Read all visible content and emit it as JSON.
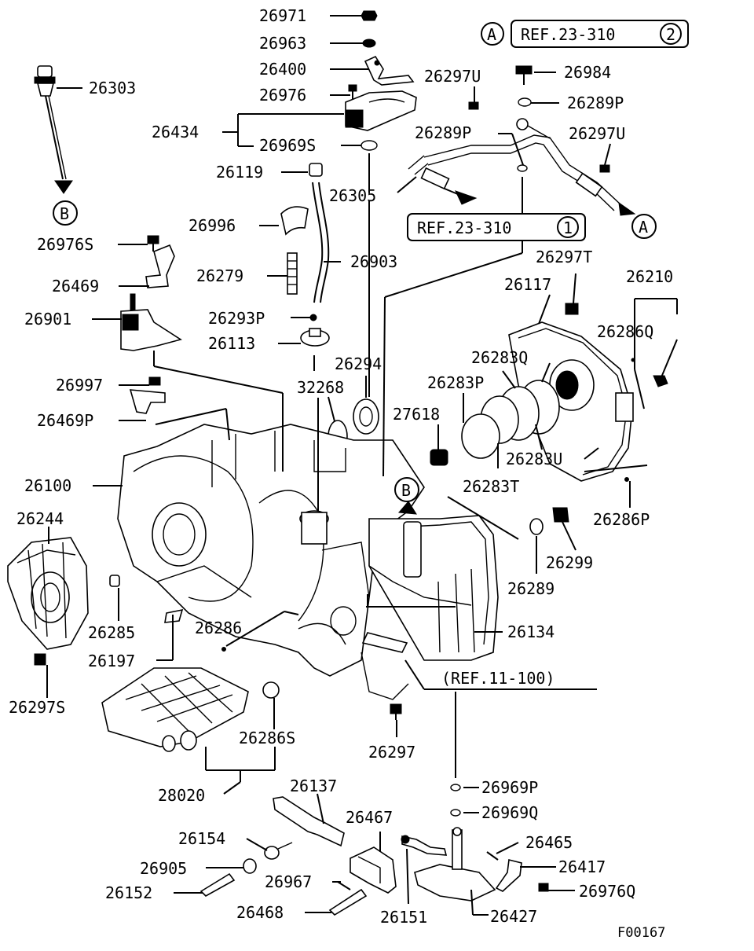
{
  "diagram_id": "F00167",
  "references": {
    "ref_top": "REF.23-310",
    "ref_top_num": "2",
    "ref_mid": "REF.23-310",
    "ref_mid_num": "1",
    "ref_bottom": "(REF.11-100)",
    "marker_a": "A",
    "marker_b": "B"
  },
  "parts": {
    "p26971": "26971",
    "p26963": "26963",
    "p26400": "26400",
    "p26976": "26976",
    "p26434": "26434",
    "p26969S": "26969S",
    "p26303": "26303",
    "p26297U_a": "26297U",
    "p26984": "26984",
    "p26289P_a": "26289P",
    "p26289P_b": "26289P",
    "p26297U_b": "26297U",
    "p26119": "26119",
    "p26305": "26305",
    "p26996": "26996",
    "p26976S": "26976S",
    "p26903": "26903",
    "p26279": "26279",
    "p26469": "26469",
    "p26297T": "26297T",
    "p26117": "26117",
    "p26210": "26210",
    "p26901": "26901",
    "p26293P": "26293P",
    "p26113": "26113",
    "p26286Q": "26286Q",
    "p26294": "26294",
    "p26283Q": "26283Q",
    "p26997": "26997",
    "p32268": "32268",
    "p26283P": "26283P",
    "p26469P": "26469P",
    "p27618": "27618",
    "p26283U": "26283U",
    "p26100": "26100",
    "p26283T": "26283T",
    "p26244": "26244",
    "p26286P": "26286P",
    "p26299": "26299",
    "p26289": "26289",
    "p26285": "26285",
    "p26286": "26286",
    "p26134": "26134",
    "p26197": "26197",
    "p26297S": "26297S",
    "p26286S": "26286S",
    "p26297": "26297",
    "p28020": "28020",
    "p26969P": "26969P",
    "p26137": "26137",
    "p26969Q": "26969Q",
    "p26467": "26467",
    "p26154": "26154",
    "p26465": "26465",
    "p26905": "26905",
    "p26417": "26417",
    "p26967": "26967",
    "p26976Q": "26976Q",
    "p26152": "26152",
    "p26468": "26468",
    "p26151": "26151",
    "p26427": "26427"
  }
}
